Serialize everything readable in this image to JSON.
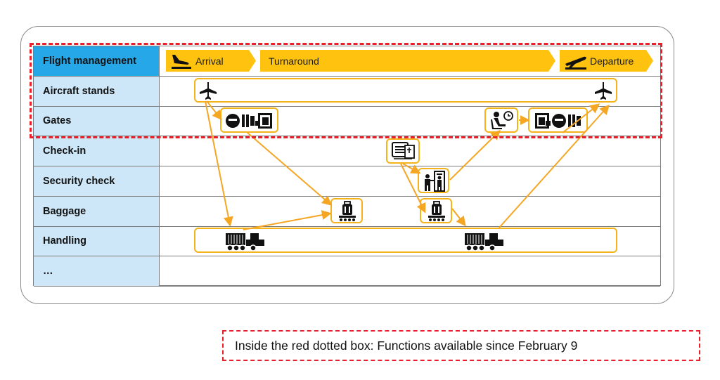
{
  "rows": [
    "Flight management",
    "Aircraft stands",
    "Gates",
    "Check-in",
    "Security check",
    "Baggage",
    "Handling",
    "…"
  ],
  "timeline": {
    "arrival": "Arrival",
    "turnaround": "Turnaround",
    "departure": "Departure"
  },
  "note": "Inside the red dotted box: Functions available since February 9",
  "colors": {
    "header_cell": "#26a7e8",
    "label_cell": "#cde7f8",
    "timeline": "#ffc20e",
    "box_border": "#f4b31a",
    "arrow": "#f5a623",
    "highlight": "#ea1f2c"
  },
  "icons": [
    "arrival-plane-icon",
    "departure-plane-icon",
    "aircraft-icon",
    "boarding-bridge-icon",
    "waiting-lounge-icon",
    "checkin-document-icon",
    "security-gate-icon",
    "baggage-icon",
    "cargo-truck-icon"
  ]
}
